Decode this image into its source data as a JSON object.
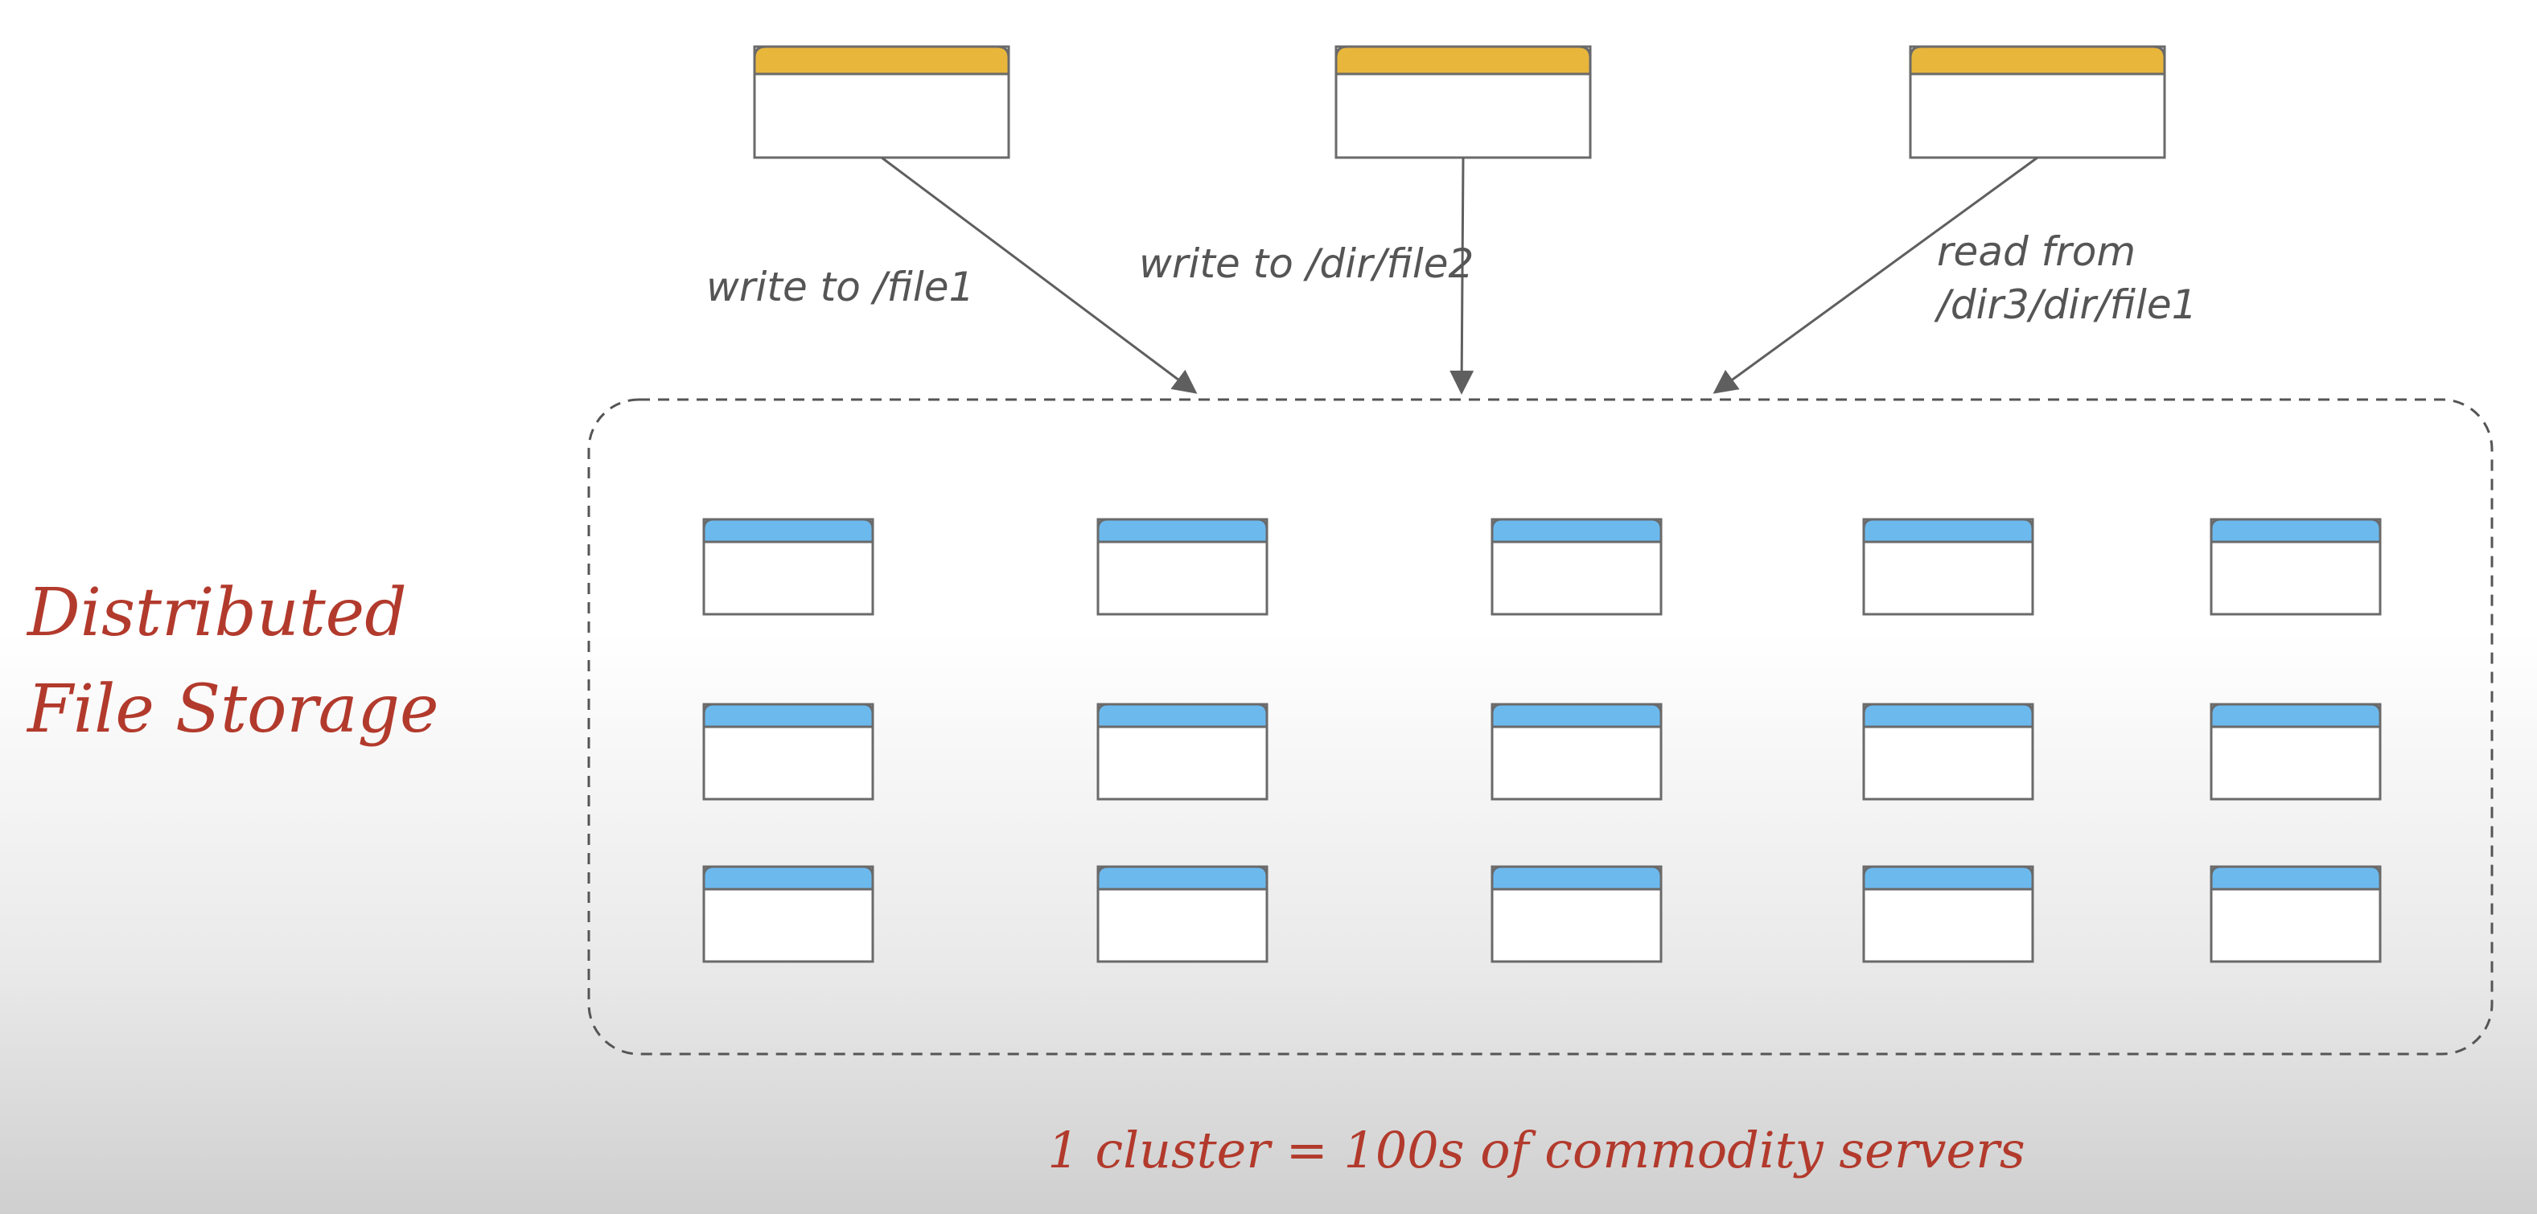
{
  "title": {
    "line1": "Distributed",
    "line2": "File Storage"
  },
  "clients": [
    {
      "request_label_lines": [
        "write to /file1"
      ]
    },
    {
      "request_label_lines": [
        "write to /dir/file2"
      ]
    },
    {
      "request_label_lines": [
        "read from",
        "/dir3/dir/file1"
      ]
    }
  ],
  "cluster": {
    "rows": 3,
    "columns": 5,
    "caption": "1 cluster = 100s of commodity servers"
  },
  "colors": {
    "client_header": "#e9b63c",
    "server_header": "#6cb9ee",
    "handwriting": "#b23a2c",
    "outline": "#6a6a6a"
  }
}
